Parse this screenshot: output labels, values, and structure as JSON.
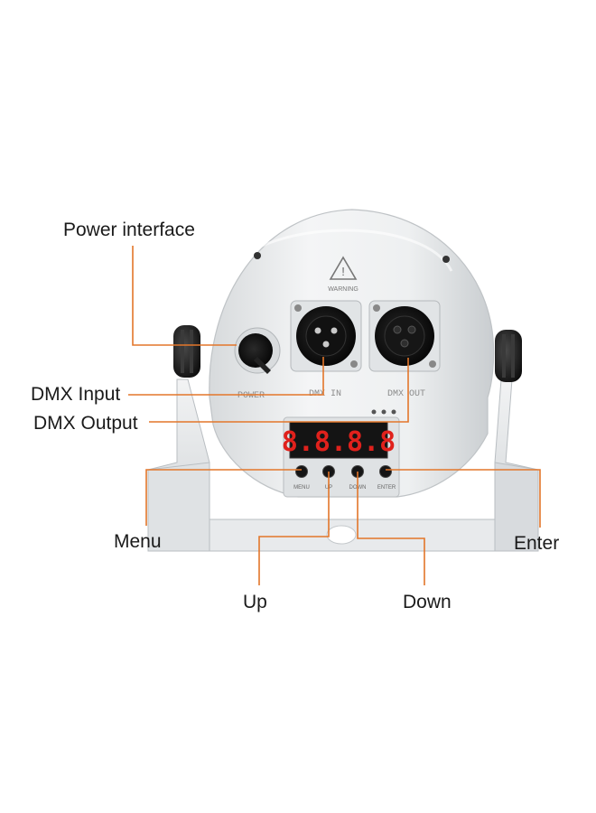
{
  "colors": {
    "leader_line": "#e3762a",
    "housing": "#eceeef",
    "bracket": "#e6e8ea",
    "display_red": "#e0211c",
    "knob": "#1c1c1c"
  },
  "callouts": {
    "power": "Power interface",
    "dmx_input": "DMX Input",
    "dmx_output": "DMX Output",
    "menu": "Menu",
    "enter": "Enter",
    "up": "Up",
    "down": "Down"
  },
  "device_labels": {
    "warning": "WARNING",
    "power": "POWER",
    "dmx_in": "DMX IN",
    "dmx_out": "DMX OUT",
    "menu": "MENU",
    "up": "UP",
    "down": "DOWN",
    "enter": "ENTER"
  },
  "display": {
    "readout": "8.8.8.8"
  },
  "icons": {
    "warning": "warning-triangle-icon",
    "knob": "mounting-knob-icon"
  }
}
